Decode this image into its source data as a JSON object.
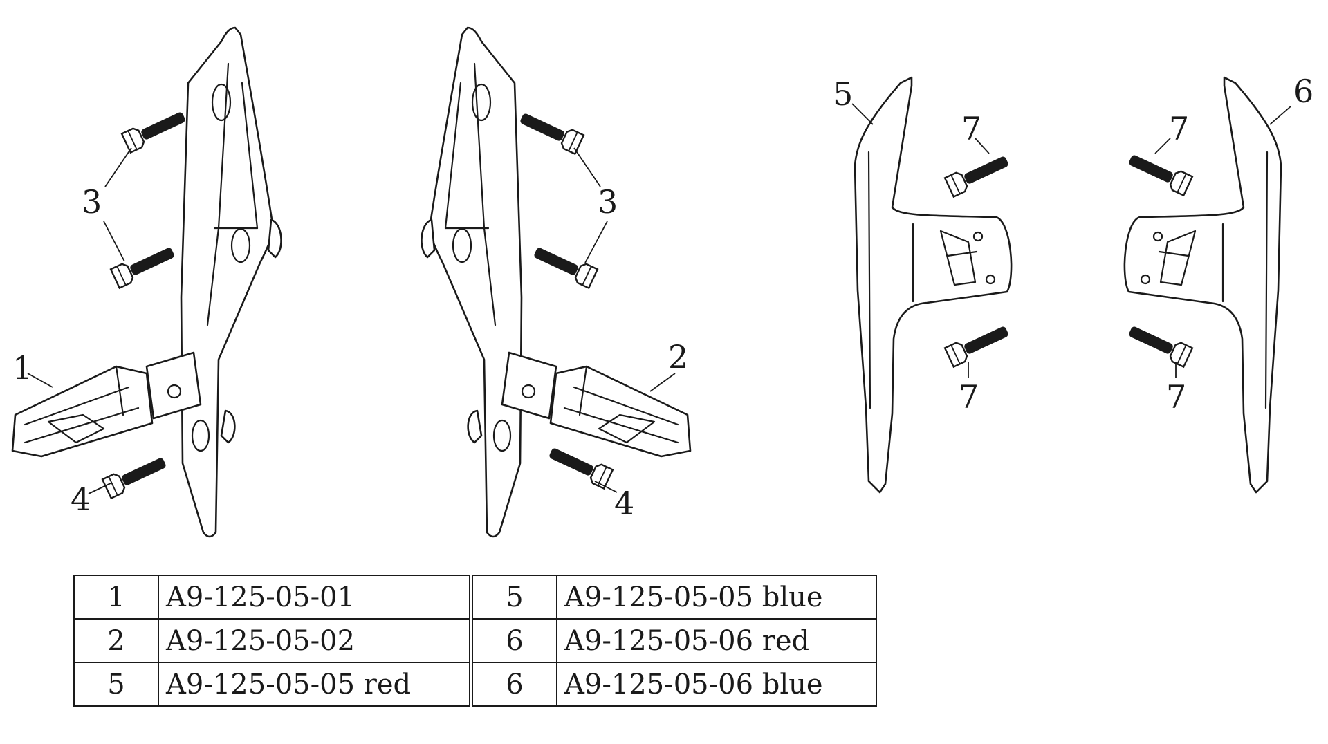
{
  "callouts": {
    "c1": "1",
    "c2": "2",
    "c3a": "3",
    "c3b": "3",
    "c4a": "4",
    "c4b": "4",
    "c5": "5",
    "c6": "6",
    "c7a": "7",
    "c7b": "7",
    "c7c": "7",
    "c7d": "7"
  },
  "parts_table": {
    "rows": [
      {
        "left_no": "1",
        "left_code": "A9-125-05-01",
        "right_no": "5",
        "right_code": "A9-125-05-05 blue"
      },
      {
        "left_no": "2",
        "left_code": "A9-125-05-02",
        "right_no": "6",
        "right_code": "A9-125-05-06 red"
      },
      {
        "left_no": "5",
        "left_code": "A9-125-05-05 red",
        "right_no": "6",
        "right_code": "A9-125-05-06 blue"
      }
    ]
  }
}
